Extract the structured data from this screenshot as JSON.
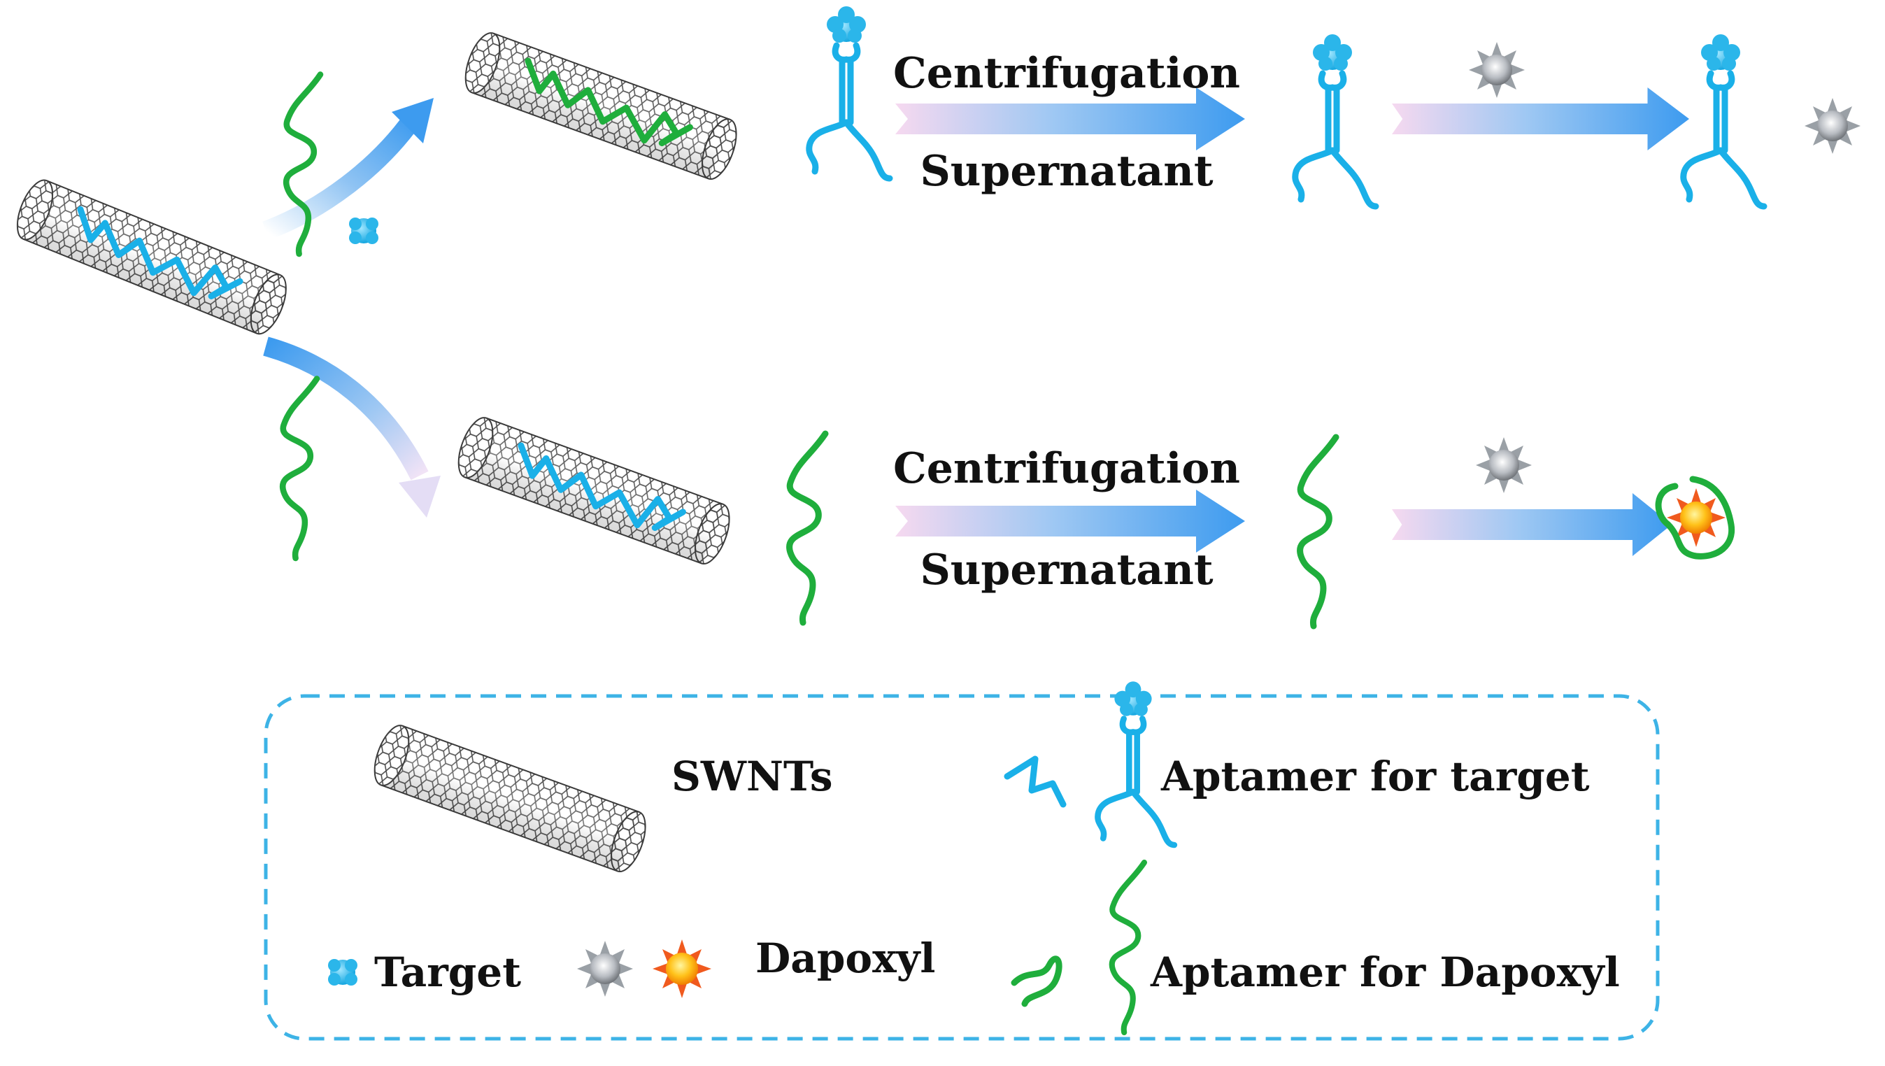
{
  "top_row": {
    "step1_top": "Centrifugation",
    "step1_bottom": "Supernatant"
  },
  "bottom_row": {
    "step1_top": "Centrifugation",
    "step1_bottom": "Supernatant"
  },
  "legend": {
    "swnts": "SWNTs",
    "aptamer_target": "Aptamer for target",
    "target": "Target",
    "dapoxyl": "Dapoxyl",
    "aptamer_dapoxyl": "Aptamer for Dapoxyl"
  },
  "colors": {
    "cyan": "#1ab0e8",
    "green": "#1fae3c",
    "arrow_blue": "#3d9bef",
    "legend_border": "#3db3e6"
  }
}
